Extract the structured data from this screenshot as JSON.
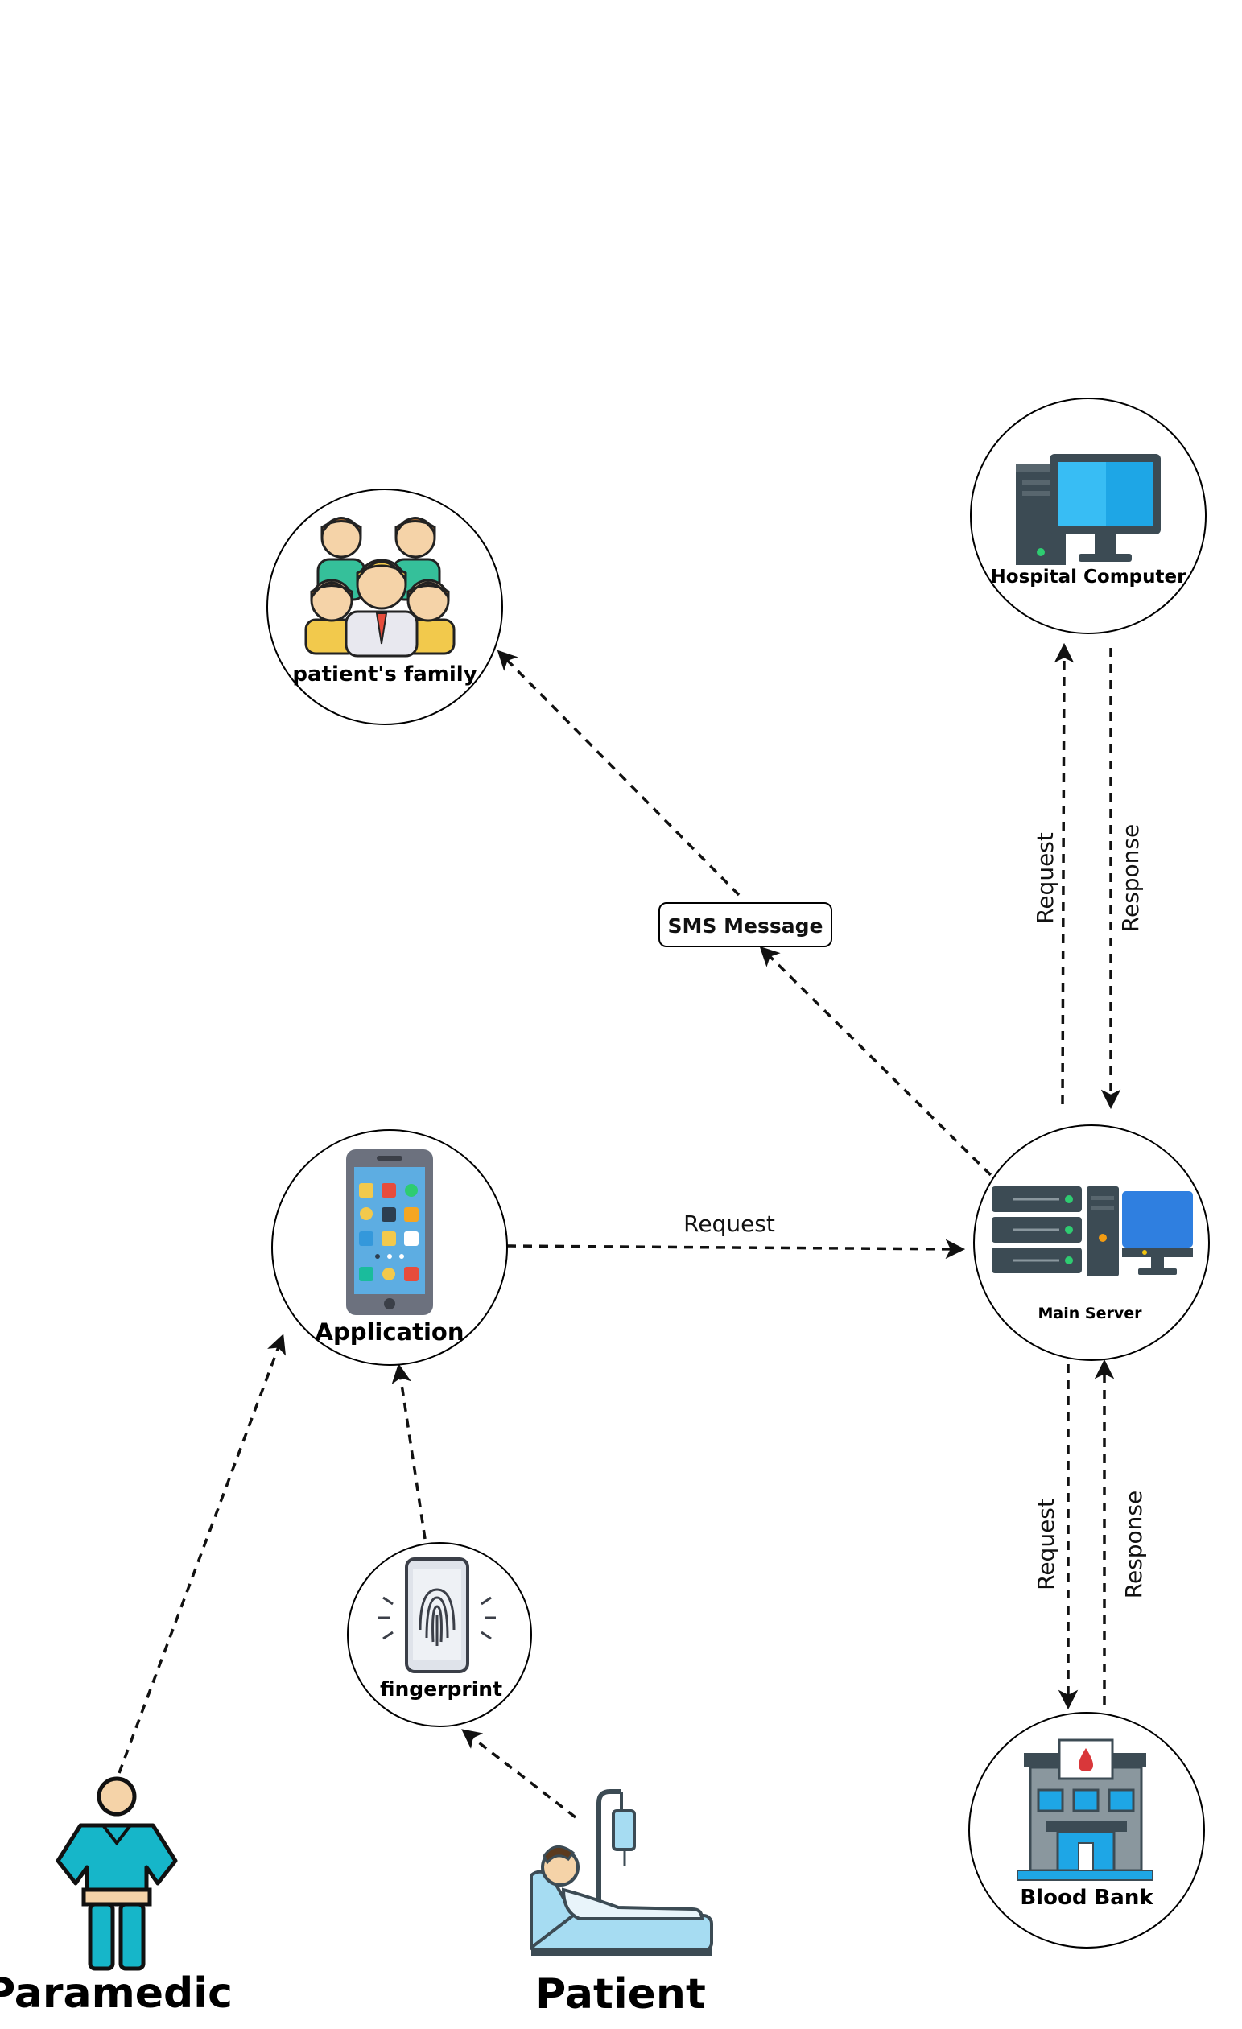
{
  "nodes": {
    "patients_family": "patient's family",
    "hospital_computer": "Hospital Computer",
    "application": "Application",
    "main_server": "Main Server",
    "fingerprint": "fingerprint",
    "blood_bank": "Blood Bank"
  },
  "actors": {
    "paramedic": "Paramedic",
    "patient": "Patient"
  },
  "edges": {
    "sms_message": "SMS Message",
    "app_to_server": "Request",
    "server_to_hospital": "Request",
    "hospital_to_server": "Response",
    "server_to_bloodbank": "Request",
    "bloodbank_to_server": "Response"
  },
  "colors": {
    "teal": "#16b6c9",
    "skin": "#f5d3a8",
    "monitor_blue": "#1ea6e6",
    "server_gray": "#3c4b54",
    "blood_red": "#d9373a"
  }
}
